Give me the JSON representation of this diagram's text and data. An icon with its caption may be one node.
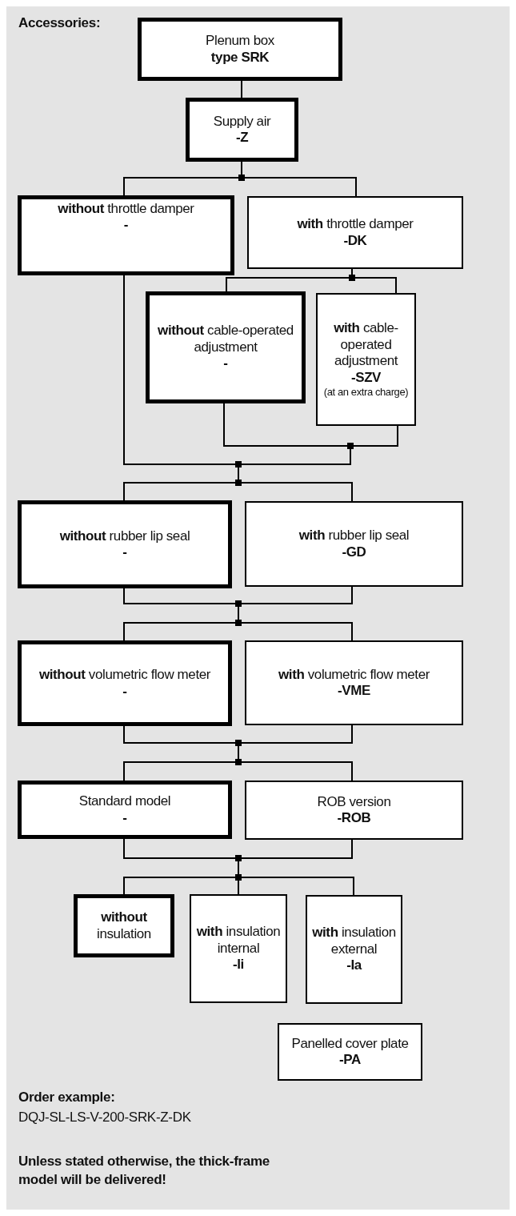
{
  "diagram": {
    "nodes": [
      {
        "text": [
          "Plenum box",
          "type SRK"
        ]
      },
      {
        "text": [
          "Supply air",
          "-Z"
        ]
      },
      {
        "text": [
          "**without** throttle damper",
          "-"
        ]
      },
      {
        "text": [
          "**with** throttle damper",
          "-DK"
        ]
      },
      {
        "text": [
          "**without** cable-operated adjustment",
          "-"
        ]
      },
      {
        "text": [
          "**with** cable-operated adjustment",
          "-SZV",
          "(at an extra charge)"
        ]
      },
      {
        "text": [
          "**without** rubber lip seal",
          "-"
        ]
      },
      {
        "text": [
          "**with** rubber lip seal",
          "-GD"
        ]
      },
      {
        "text": [
          "**without** volumetric flow meter",
          "-"
        ]
      },
      {
        "text": [
          "**with** volumetric flow meter",
          "-VME"
        ]
      },
      {
        "text": [
          "Standard model",
          "-"
        ]
      },
      {
        "text": [
          "ROB version",
          "-ROB"
        ]
      },
      {
        "text": [
          "**without** insulation"
        ]
      },
      {
        "text": [
          "**with** insulation internal",
          "-Ii"
        ]
      },
      {
        "text": [
          "**with** insulation external",
          "-Ia"
        ]
      },
      {
        "text": [
          "Panelled cover plate",
          "-PA"
        ]
      }
    ],
    "edges": [
      {
        "from": 0,
        "to": 1,
        "arrow": "none"
      },
      {
        "from": 1,
        "to": 2,
        "arrow": "none"
      },
      {
        "from": 1,
        "to": 3,
        "arrow": "none"
      },
      {
        "from": 3,
        "to": 4,
        "arrow": "none"
      },
      {
        "from": 3,
        "to": 5,
        "arrow": "none"
      },
      {
        "from": 2,
        "to": 6,
        "arrow": "none"
      },
      {
        "from": 2,
        "to": 7,
        "arrow": "none"
      },
      {
        "from": 4,
        "to": 6,
        "arrow": "none"
      },
      {
        "from": 4,
        "to": 7,
        "arrow": "none"
      },
      {
        "from": 5,
        "to": 6,
        "arrow": "none"
      },
      {
        "from": 5,
        "to": 7,
        "arrow": "none"
      },
      {
        "from": 6,
        "to": 8,
        "arrow": "none"
      },
      {
        "from": 6,
        "to": 9,
        "arrow": "none"
      },
      {
        "from": 7,
        "to": 8,
        "arrow": "none"
      },
      {
        "from": 7,
        "to": 9,
        "arrow": "none"
      },
      {
        "from": 8,
        "to": 10,
        "arrow": "none"
      },
      {
        "from": 8,
        "to": 11,
        "arrow": "none"
      },
      {
        "from": 9,
        "to": 10,
        "arrow": "none"
      },
      {
        "from": 9,
        "to": 11,
        "arrow": "none"
      },
      {
        "from": 10,
        "to": 12,
        "arrow": "none"
      },
      {
        "from": 10,
        "to": 13,
        "arrow": "none"
      },
      {
        "from": 10,
        "to": 14,
        "arrow": "none"
      },
      {
        "from": 11,
        "to": 12,
        "arrow": "none"
      },
      {
        "from": 11,
        "to": 13,
        "arrow": "none"
      },
      {
        "from": 11,
        "to": 14,
        "arrow": "none"
      }
    ],
    "labels": [
      "Accessories:",
      "Order example:",
      "DQJ-SL-LS-V-200-SRK-Z-DK",
      "Unless stated otherwise, the thick-frame model will be delivered!"
    ]
  }
}
